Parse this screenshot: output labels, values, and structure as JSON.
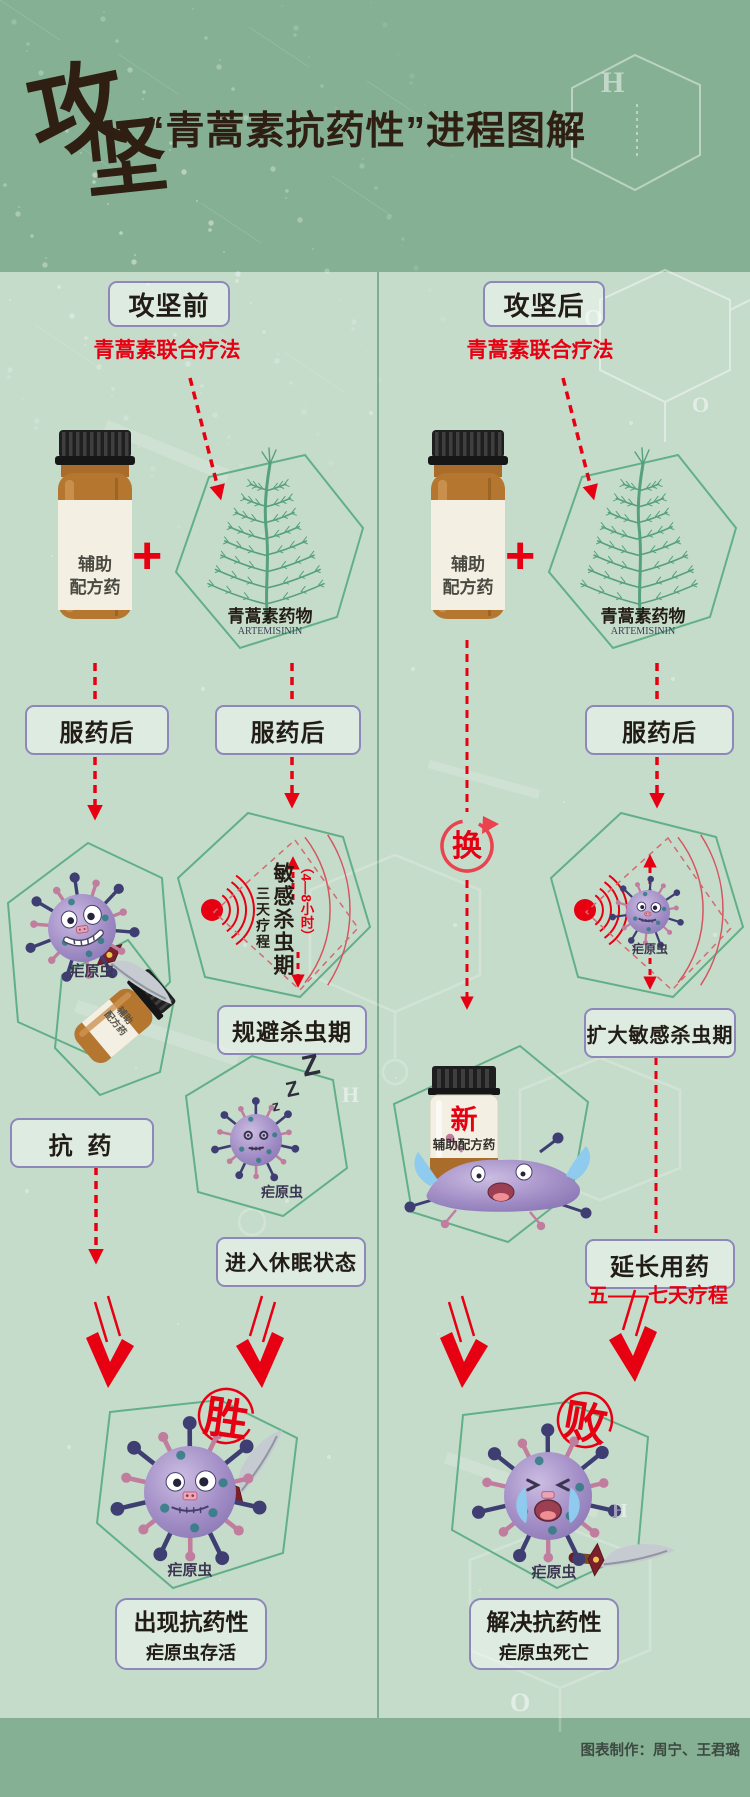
{
  "header": {
    "brand_char_1": "攻",
    "brand_char_2": "坚",
    "title": "“青蒿素抗药性”进程图解"
  },
  "left": {
    "stage": "攻坚前",
    "therapy": "青蒿素联合疗法",
    "bottle_line1": "辅助",
    "bottle_line2": "配方药",
    "plus": "+",
    "plant_name": "青蒿素药物",
    "plant_latin": "ARTEMISININ",
    "after_dose_1": "服药后",
    "after_dose_2": "服药后",
    "parasite_1": "疟原虫",
    "stabbed_line1": "辅助",
    "stabbed_line2": "配方药",
    "course_days": "三天疗程",
    "sensitive_period": "敏感杀虫期",
    "sensitive_hours": "（4—8小时）",
    "avoid_box": "规避杀虫期",
    "resist_box": "抗 药",
    "zzz": [
      "z",
      "Z",
      "Z"
    ],
    "parasite_2": "疟原虫",
    "dormant_box": "进入休眠状态",
    "badge": "胜",
    "parasite_3": "疟原虫",
    "result_line1": "出现抗药性",
    "result_line2": "疟原虫存活"
  },
  "right": {
    "stage": "攻坚后",
    "therapy": "青蒿素联合疗法",
    "bottle_line1": "辅助",
    "bottle_line2": "配方药",
    "plus": "+",
    "plant_name": "青蒿素药物",
    "plant_latin": "ARTEMISININ",
    "after_dose": "服药后",
    "switch": "换",
    "parasite_1": "疟原虫",
    "expand_box": "扩大敏感杀虫期",
    "new_tag": "新",
    "new_bottle_label": "辅助配方药",
    "extend_box": "延长用药",
    "course_days": "五——七天疗程",
    "badge": "败",
    "parasite_2": "疟原虫",
    "result_line1": "解决抗药性",
    "result_line2": "疟原虫死亡"
  },
  "footer": {
    "credit": "图表制作：周宁、王君璐"
  },
  "decor": {
    "letters": [
      "H",
      "O",
      "O",
      "H",
      "O",
      "H"
    ]
  },
  "colors": {
    "band": "#85b094",
    "panel": "#c6dccb",
    "red": "#e60012",
    "box_border": "#8d87ba",
    "hexagon": "#57ab80",
    "ink": "#241d15"
  }
}
